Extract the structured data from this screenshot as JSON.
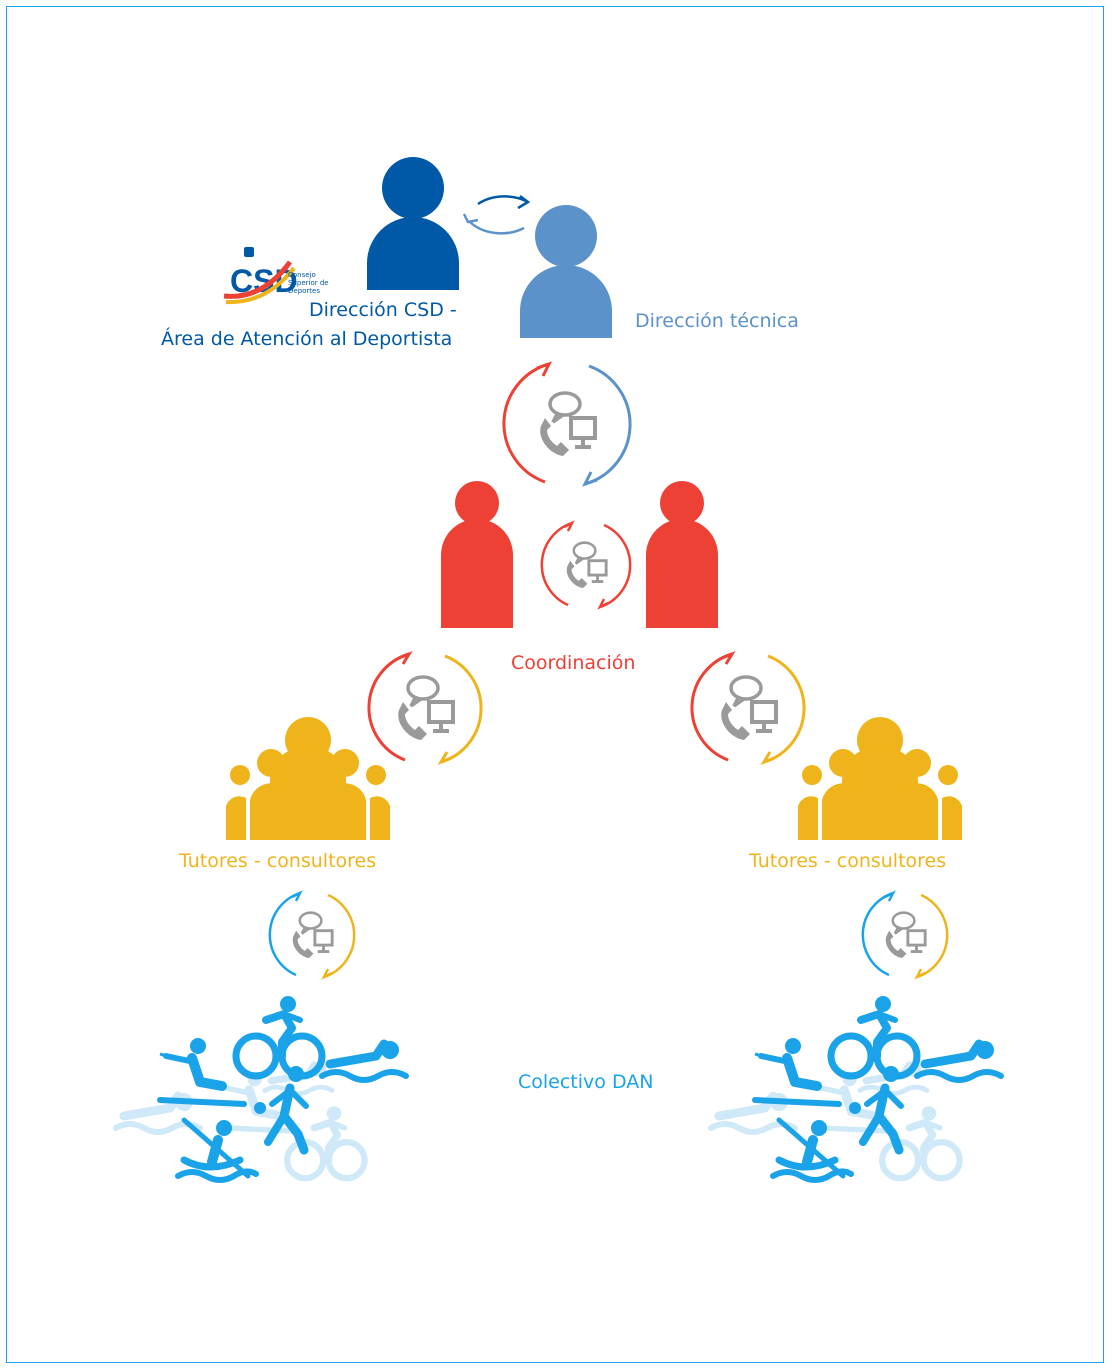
{
  "csd_logo": {
    "abbr": "CSD",
    "line1": "Consejo",
    "line2": "Superior de",
    "line3": "Deportes"
  },
  "nodes": {
    "direccion_csd": {
      "line1": "Dirección CSD -",
      "line2": "Área de Atención al Deportista"
    },
    "direccion_tecnica": "Dirección técnica",
    "coordinacion": "Coordinación",
    "tutores_left": "Tutores - consultores",
    "tutores_right": "Tutores - consultores",
    "colectivo": "Colectivo DAN"
  },
  "colors": {
    "csd_blue": "#0059a6",
    "tech_blue": "#5b92c9",
    "coord_red": "#ee4136",
    "tutor_yellow": "#efb41b",
    "dan_blue": "#1aa3e8",
    "dan_light": "#cfe9f8",
    "comm_gray": "#9a9a9a",
    "frame": "#1aa3e8"
  }
}
